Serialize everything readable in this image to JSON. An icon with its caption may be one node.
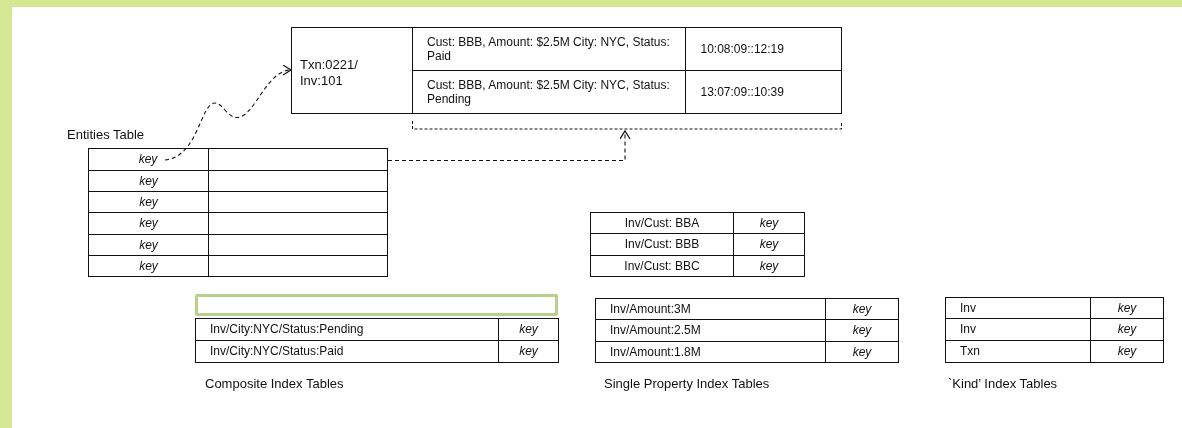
{
  "diagram": {
    "nodes": [
      {
        "text": [
          "Txn:0221/ Inv:101"
        ]
      },
      {
        "text": [],
        "shape": "bracket"
      },
      {
        "text": [
          "key"
        ]
      },
      {
        "text": [],
        "shape": "box"
      }
    ],
    "edges": [
      {
        "from": 2,
        "to": 0,
        "arrow": "to",
        "style": "dashed"
      },
      {
        "from": 3,
        "to": 1,
        "arrow": "to",
        "style": "dashed"
      }
    ],
    "labels": [
      "Cust: BBB, Amount: $2.5M City: NYC, Status: Paid",
      "10:08:09::12:19",
      "Cust: BBB, Amount: $2.5M City: NYC, Status: Pending",
      "13:07:09::10:39",
      "Entities Table",
      "key",
      "key",
      "key",
      "key",
      "key",
      "Inv/Cust: BBA",
      "key",
      "Inv/Cust: BBB",
      "key",
      "Inv/Cust: BBC",
      "key",
      "Inv/City:NYC/Status:Pending",
      "key",
      "Inv/City:NYC/Status:Paid",
      "key",
      "Inv/Amount:3M",
      "key",
      "Inv/Amount:2.5M",
      "key",
      "Inv/Amount:1.8M",
      "key",
      "Inv",
      "key",
      "Inv",
      "key",
      "Txn",
      "key",
      "Composite Index Tables",
      "Single Property Index Tables",
      "`Kind’ Index Tables"
    ]
  }
}
